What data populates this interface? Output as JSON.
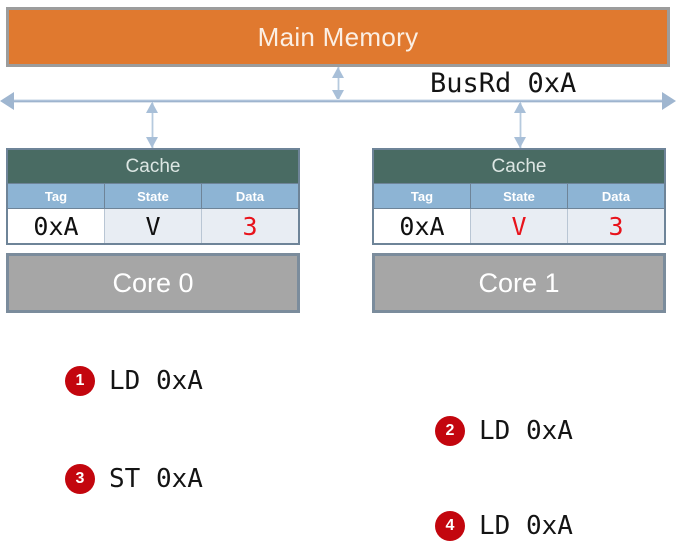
{
  "diagram": {
    "memory": {
      "label": "Main Memory",
      "fill": "#E0792F",
      "text_color": "#FBEFE4"
    },
    "bus": {
      "label": "BusRd 0xA",
      "line_color": "#9FB6D0"
    },
    "caches": [
      {
        "title": "Cache",
        "columns": [
          "Tag",
          "State",
          "Data"
        ],
        "row": {
          "tag": "0xA",
          "state": "V",
          "data": "3",
          "tag_color": "#101010",
          "state_color": "#101010",
          "data_color": "#E8131B"
        }
      },
      {
        "title": "Cache",
        "columns": [
          "Tag",
          "State",
          "Data"
        ],
        "row": {
          "tag": "0xA",
          "state": "V",
          "data": "3",
          "tag_color": "#101010",
          "state_color": "#E8131B",
          "data_color": "#E8131B"
        }
      }
    ],
    "cores": [
      {
        "label": "Core 0",
        "fill": "#A6A6A6"
      },
      {
        "label": "Core 1",
        "fill": "#A6A6A6"
      }
    ],
    "steps": [
      {
        "number": "1",
        "text": "LD 0xA",
        "badge_color": "#C3060E"
      },
      {
        "number": "2",
        "text": "LD 0xA",
        "badge_color": "#C3060E"
      },
      {
        "number": "3",
        "text": "ST 0xA",
        "badge_color": "#C3060E"
      },
      {
        "number": "4",
        "text": "LD 0xA",
        "badge_color": "#C3060E"
      }
    ]
  }
}
